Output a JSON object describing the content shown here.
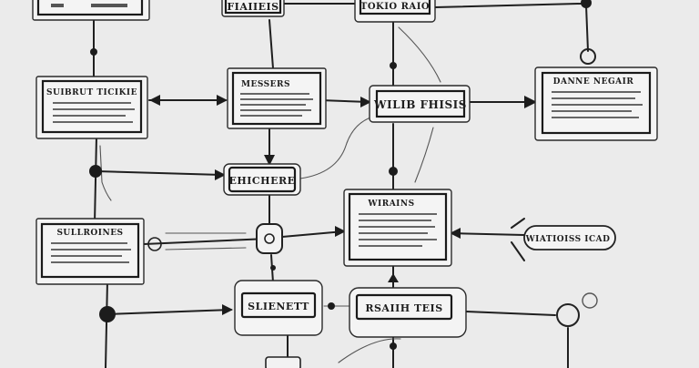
{
  "nodes": [
    {
      "id": "top-left",
      "title": "",
      "lines": 0
    },
    {
      "id": "top-mid-left",
      "title": "FIAIIEIS",
      "lines": 0
    },
    {
      "id": "top-mid",
      "title": "TOKIO RAIO",
      "lines": 0
    },
    {
      "id": "left-upper",
      "title": "SUIBRUT TICIKIE",
      "lines": 4
    },
    {
      "id": "center-upper",
      "title": "MESSERS",
      "lines": 5
    },
    {
      "id": "center-label",
      "title": "WILIB FHISIS",
      "lines": 0
    },
    {
      "id": "right-upper",
      "title": "DANNE NEGAIR",
      "lines": 5
    },
    {
      "id": "mid-small",
      "title": "EHICHERE",
      "lines": 0
    },
    {
      "id": "center-big",
      "title": "WIRAINS",
      "lines": 6
    },
    {
      "id": "left-lower",
      "title": "SULLROINES",
      "lines": 4
    },
    {
      "id": "right-pill",
      "title": "WIATIOISS ICAD",
      "lines": 0
    },
    {
      "id": "bottom-mid-left",
      "title": "SLIENETT",
      "lines": 0
    },
    {
      "id": "bottom-mid",
      "title": "RSAIIH TEIS",
      "lines": 0
    }
  ]
}
